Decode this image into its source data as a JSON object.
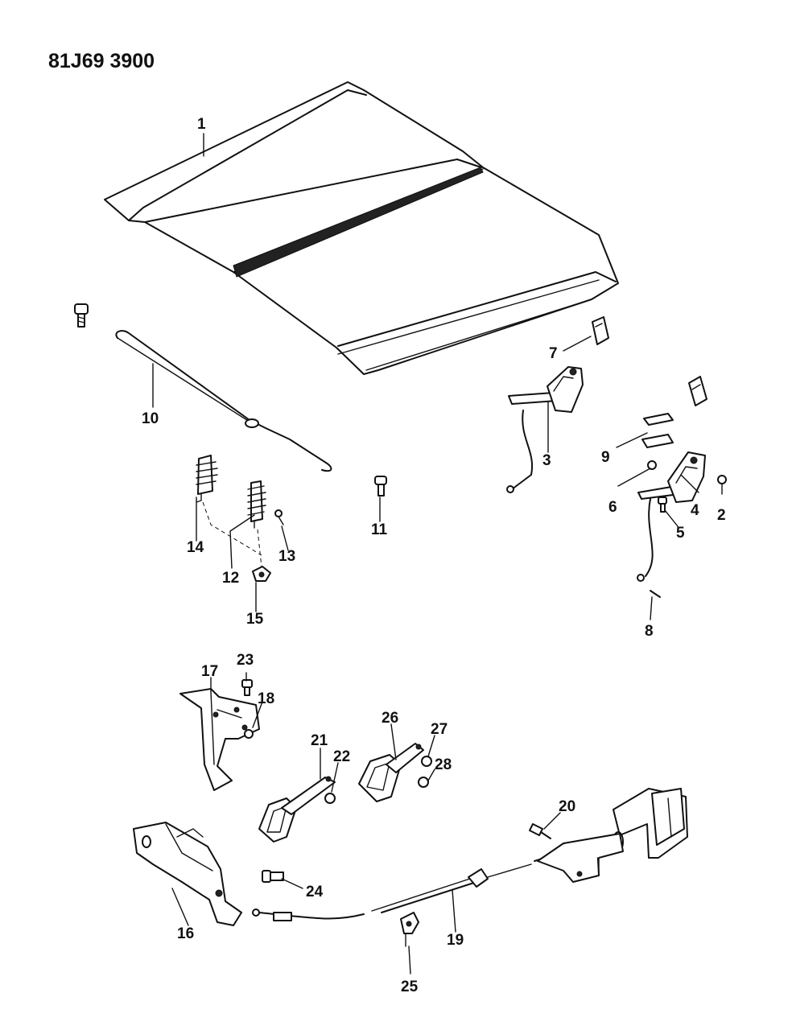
{
  "diagram": {
    "code": "81J69 3900",
    "callouts": [
      "1",
      "2",
      "3",
      "4",
      "5",
      "6",
      "7",
      "8",
      "9",
      "10",
      "11",
      "12",
      "13",
      "14",
      "15",
      "16",
      "17",
      "18",
      "19",
      "20",
      "21",
      "22",
      "23",
      "24",
      "25",
      "26",
      "27",
      "28"
    ]
  }
}
